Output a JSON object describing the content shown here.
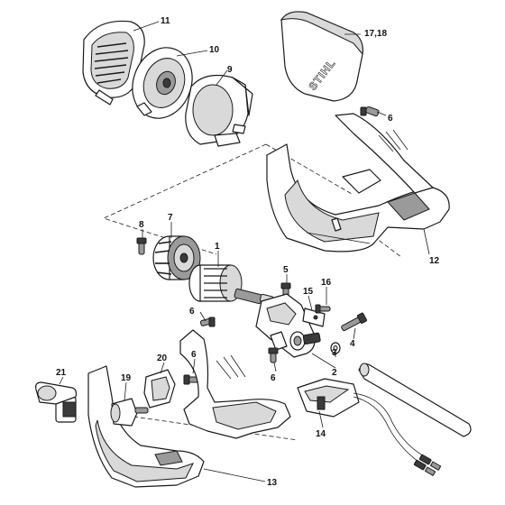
{
  "logo_text": "STIHL",
  "callouts": [
    {
      "id": "c11",
      "text": "11"
    },
    {
      "id": "c10",
      "text": "10"
    },
    {
      "id": "c9",
      "text": "9"
    },
    {
      "id": "c1718",
      "text": "17,18"
    },
    {
      "id": "c6a",
      "text": "6"
    },
    {
      "id": "c12",
      "text": "12"
    },
    {
      "id": "c8",
      "text": "8"
    },
    {
      "id": "c7",
      "text": "7"
    },
    {
      "id": "c1",
      "text": "1"
    },
    {
      "id": "c5",
      "text": "5"
    },
    {
      "id": "c16",
      "text": "16"
    },
    {
      "id": "c15",
      "text": "15"
    },
    {
      "id": "c6b",
      "text": "6"
    },
    {
      "id": "c3",
      "text": "3"
    },
    {
      "id": "c4",
      "text": "4"
    },
    {
      "id": "c2",
      "text": "2"
    },
    {
      "id": "c6c",
      "text": "6"
    },
    {
      "id": "c21",
      "text": "21"
    },
    {
      "id": "c20",
      "text": "20"
    },
    {
      "id": "c6d",
      "text": "6"
    },
    {
      "id": "c19",
      "text": "19"
    },
    {
      "id": "c14",
      "text": "14"
    },
    {
      "id": "c13",
      "text": "13"
    }
  ]
}
